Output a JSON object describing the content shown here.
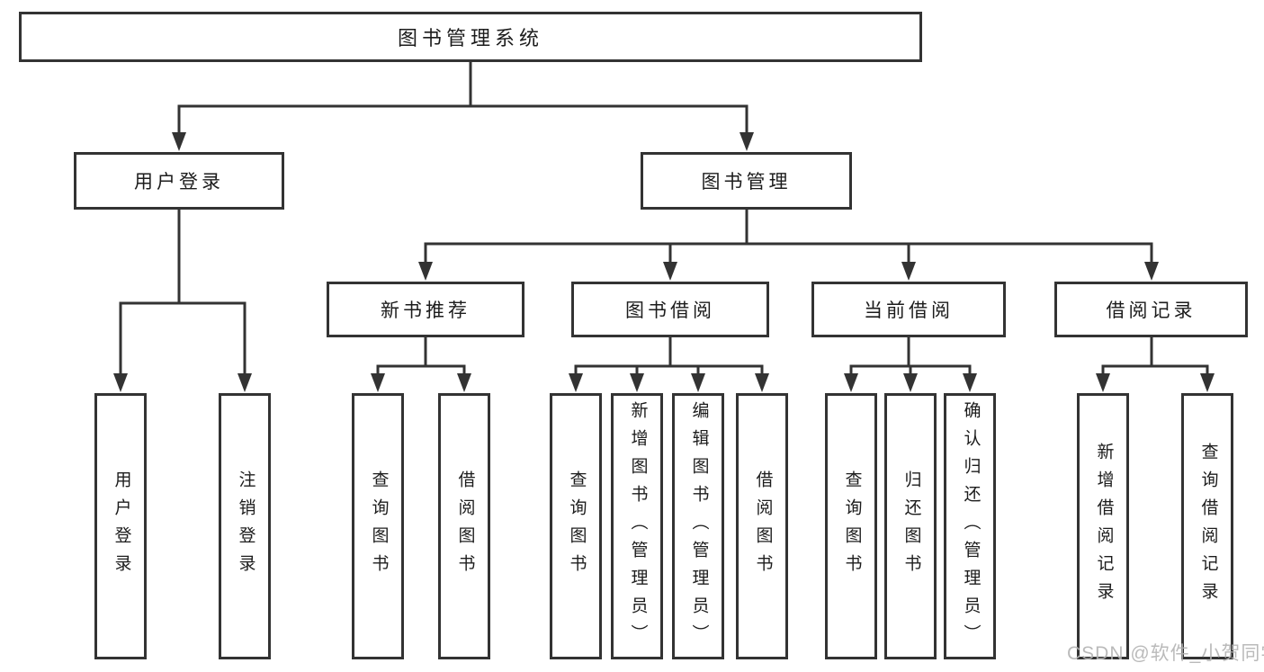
{
  "diagram": {
    "root": {
      "label": "图书管理系统"
    },
    "branches": [
      {
        "label": "用户登录",
        "children": [
          "用户登录",
          "注销登录"
        ]
      },
      {
        "label": "图书管理",
        "children": [
          {
            "label": "新书推荐",
            "children": [
              "查询图书",
              "借阅图书"
            ]
          },
          {
            "label": "图书借阅",
            "children": [
              "查询图书",
              "新增图书（管理员）",
              "编辑图书（管理员）",
              "借阅图书"
            ]
          },
          {
            "label": "当前借阅",
            "children": [
              "查询图书",
              "归还图书",
              "确认归还（管理员）"
            ]
          },
          {
            "label": "借阅记录",
            "children": [
              "新增借阅记录",
              "查询借阅记录"
            ]
          }
        ]
      }
    ]
  },
  "watermark": {
    "text": "CSDN @软件_小贺同学"
  },
  "colors": {
    "line": "#333333",
    "box_border": "#333333",
    "box_fill": "#ffffff",
    "text": "#1c1c1c",
    "background": "#ffffff",
    "watermark": "#b3b3b3"
  }
}
